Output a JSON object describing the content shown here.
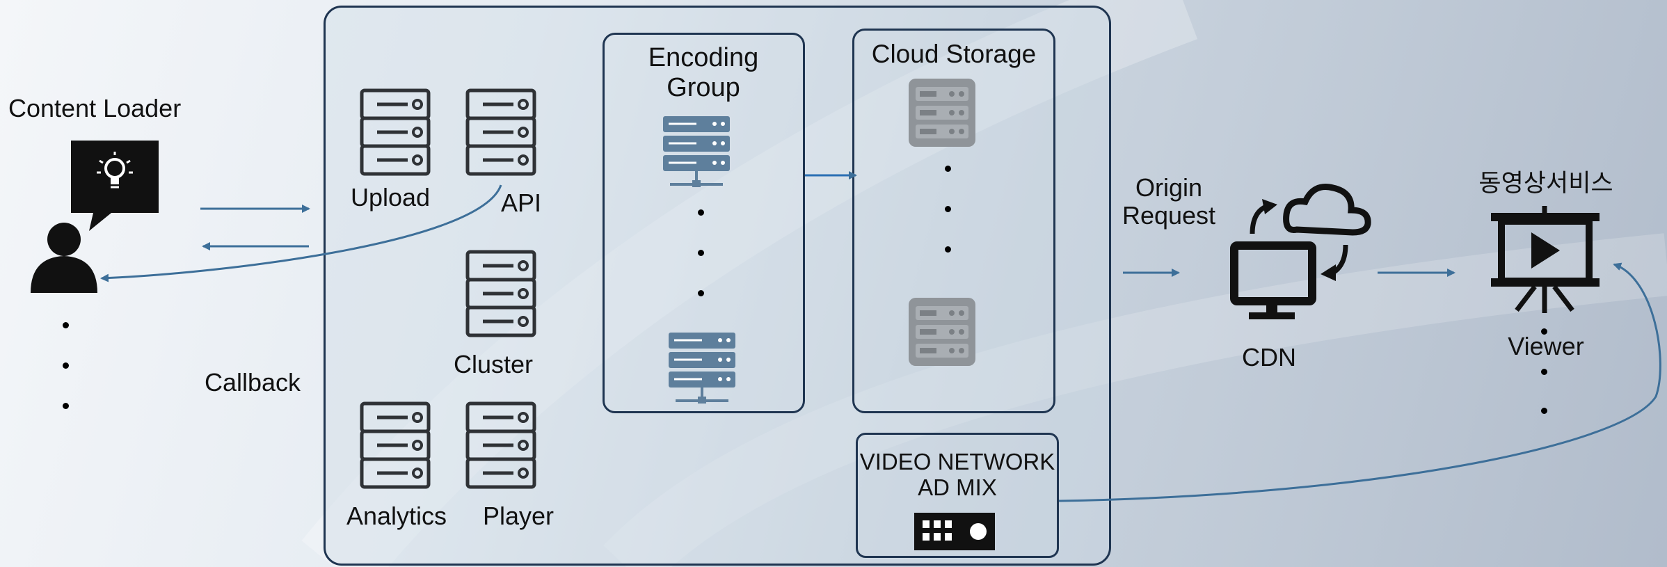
{
  "loader": {
    "label": "Content Loader"
  },
  "services": {
    "upload": "Upload",
    "api": "API",
    "cluster": "Cluster",
    "analytics": "Analytics",
    "player": "Player"
  },
  "callback": {
    "label": "Callback"
  },
  "encoding": {
    "label_line1": "Encoding",
    "label_line2": "Group"
  },
  "storage": {
    "label": "Cloud Storage"
  },
  "video_network": {
    "line1": "VIDEO NETWORK",
    "line2": "AD MIX"
  },
  "origin": {
    "line1": "Origin",
    "line2": "Request"
  },
  "cdn": {
    "label": "CDN"
  },
  "viewer": {
    "title": "동영상서비스",
    "label": "Viewer"
  },
  "colors": {
    "frame": "#1f3551",
    "arrow": "#3d6f99",
    "server_fill": "#5e7f9c",
    "storage_fill": "#8f9499",
    "icon_dark": "#111111"
  }
}
